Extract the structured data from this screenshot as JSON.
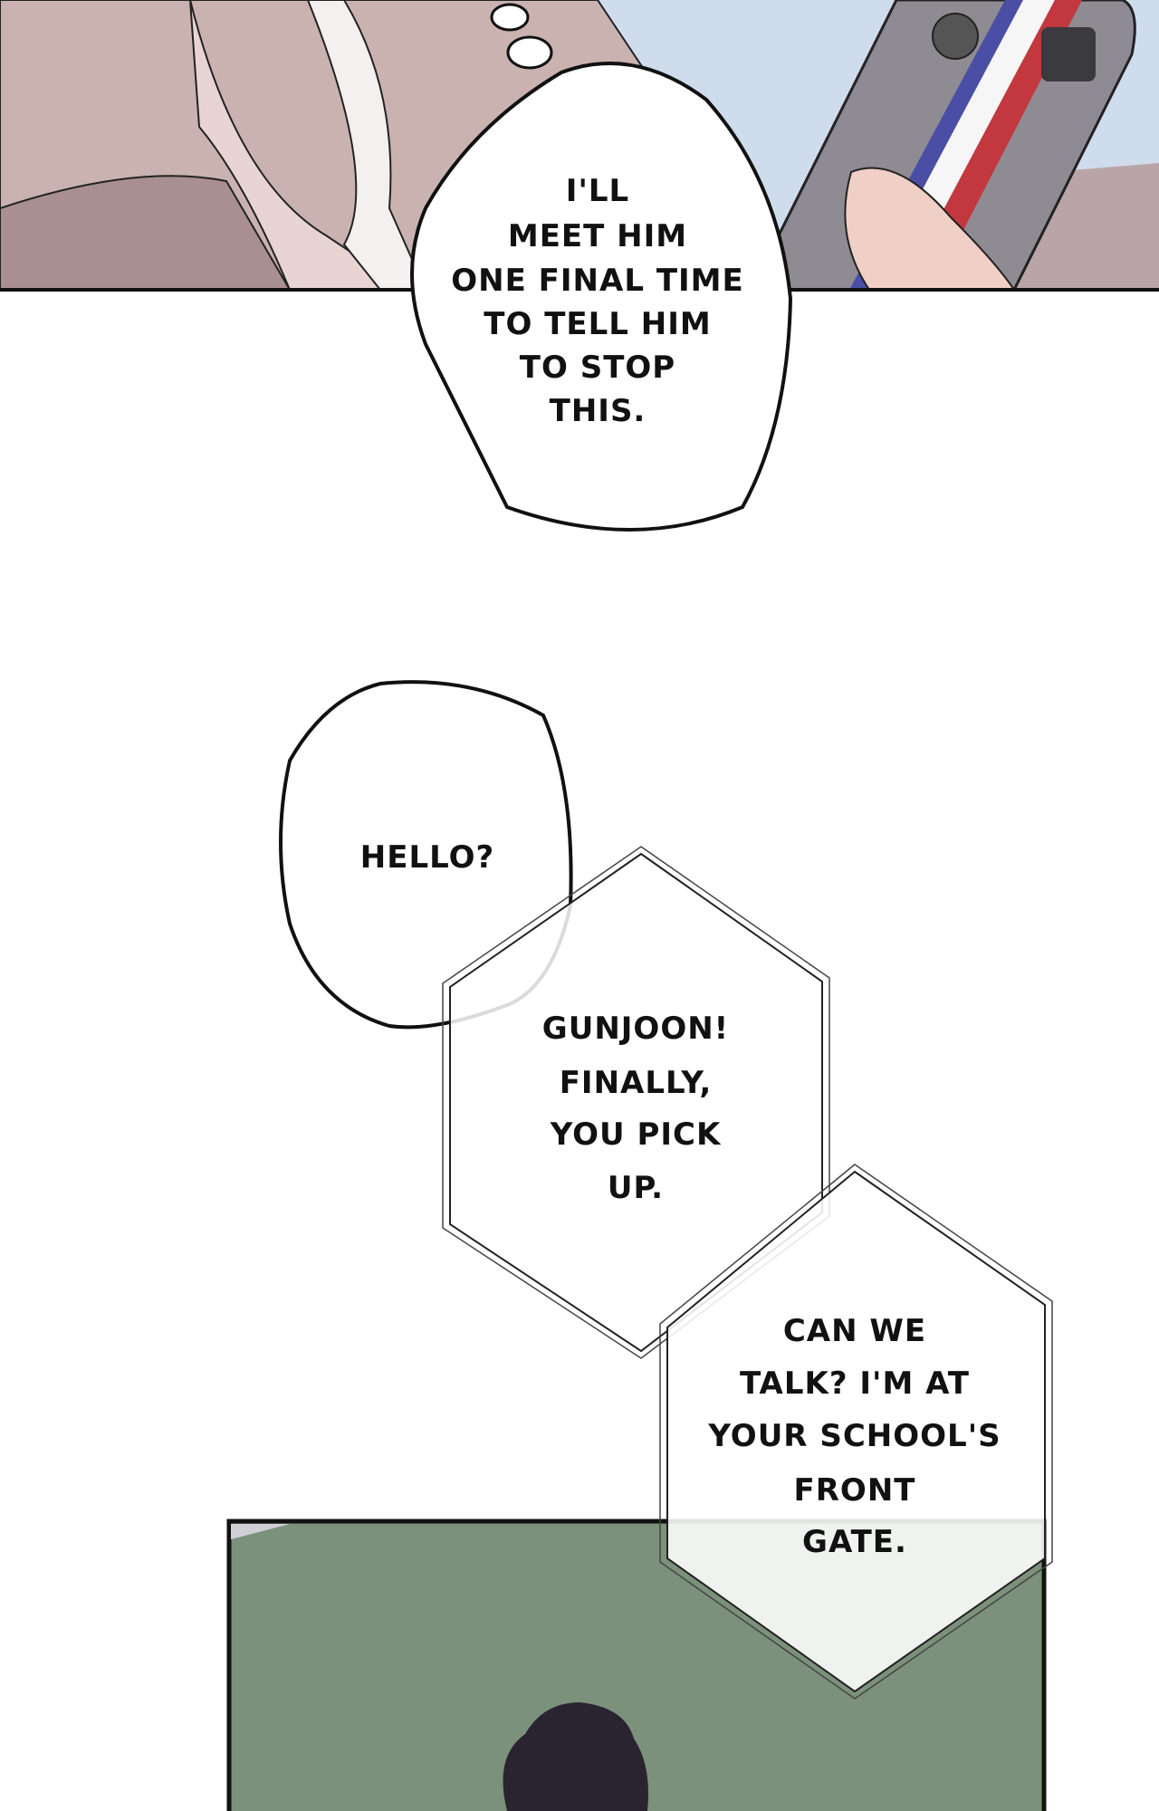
{
  "panels": {
    "top": {
      "bubble_lines": [
        "I'LL",
        "MEET HIM",
        "ONE FINAL TIME",
        "TO TELL HIM",
        "TO STOP",
        "THIS."
      ]
    },
    "hello": {
      "text": "HELLO?"
    },
    "phone_bubble_1": {
      "lines": [
        "GUNJOON!",
        "FINALLY,",
        "YOU PICK",
        "UP."
      ]
    },
    "phone_bubble_2": {
      "lines": [
        "CAN WE",
        "TALK? I'M AT",
        "YOUR SCHOOL'S",
        "FRONT",
        "GATE."
      ]
    }
  },
  "colors": {
    "sky": "#cfdceb",
    "coat": "#c9b2b0",
    "panel_green": "#7c917b",
    "phone": "#8e8c92"
  }
}
